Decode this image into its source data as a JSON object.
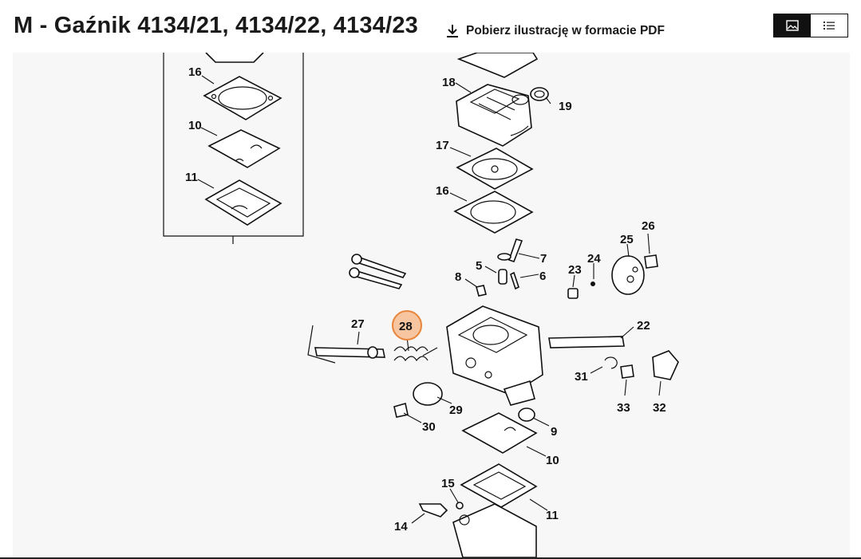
{
  "header": {
    "title": "M - Gaźnik 4134/21, 4134/22, 4134/23",
    "pdf_link_label": "Pobierz ilustrację w formacie PDF",
    "view_toggle": {
      "options": [
        {
          "name": "image-view",
          "icon": "image-icon",
          "active": true
        },
        {
          "name": "list-view",
          "icon": "list-icon",
          "active": false
        }
      ]
    }
  },
  "diagram": {
    "labels": {
      "inset_16": "16",
      "inset_10": "10",
      "inset_11": "11",
      "p18": "18",
      "p19": "19",
      "p17": "17",
      "p16": "16",
      "p7": "7",
      "p5": "5",
      "p6": "6",
      "p8": "8",
      "p23": "23",
      "p24": "24",
      "p25": "25",
      "p26": "26",
      "p27": "27",
      "p28": "28",
      "p22": "22",
      "p31": "31",
      "p33": "33",
      "p32": "32",
      "p29": "29",
      "p30": "30",
      "p9": "9",
      "p10": "10",
      "p15": "15",
      "p14": "14",
      "p11": "11"
    },
    "highlighted_part": "28",
    "highlight_color": "#f7c59f",
    "highlight_border": "#e8853a"
  }
}
